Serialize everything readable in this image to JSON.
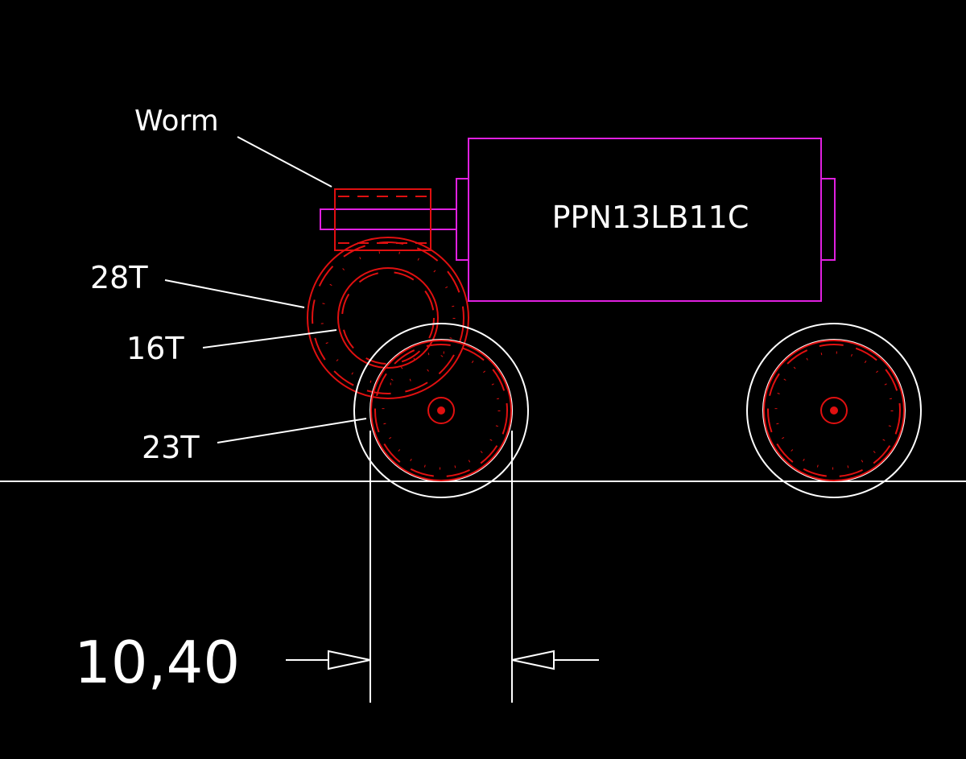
{
  "labels": {
    "worm": "Worm",
    "motor": "PPN13LB11C",
    "gear_28": "28T",
    "gear_16": "16T",
    "gear_23": "23T",
    "dimension": "10,40"
  },
  "colors": {
    "background": "#000000",
    "motor": "#e020e0",
    "gears": "#e01010",
    "lines": "#ffffff"
  }
}
